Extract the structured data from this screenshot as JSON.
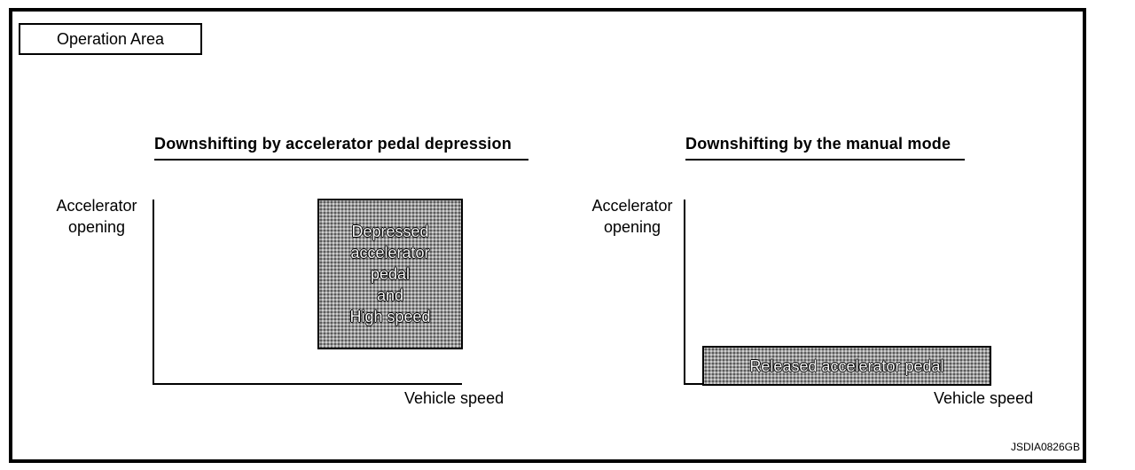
{
  "header": {
    "title": "Operation Area"
  },
  "panels": {
    "left": {
      "title": "Downshifting by accelerator pedal depression",
      "y_label": [
        "Accelerator",
        "opening"
      ],
      "x_label": "Vehicle speed",
      "region_lines": [
        "Depressed",
        "accelerator",
        "pedal",
        "and",
        "High speed"
      ]
    },
    "right": {
      "title": "Downshifting by the manual mode",
      "y_label": [
        "Accelerator",
        "opening"
      ],
      "x_label": "Vehicle speed",
      "region_label": "Released accelerator pedal"
    }
  },
  "figure_code": "JSDIA0826GB"
}
